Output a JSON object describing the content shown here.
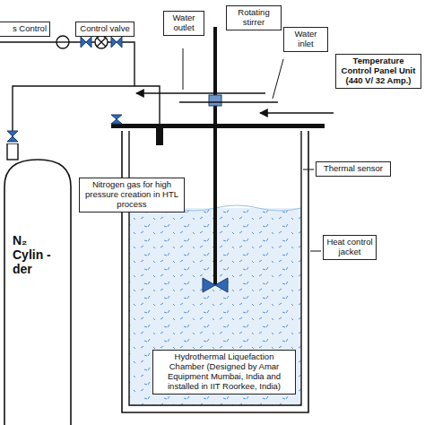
{
  "diagram": {
    "nodes": [
      {
        "text": [
          "s Control"
        ]
      },
      {
        "text": [
          "Control valve"
        ]
      },
      {
        "text": [
          "Water outlet"
        ]
      },
      {
        "text": [
          "Rotating stirrer"
        ]
      },
      {
        "text": [
          "Water inlet"
        ]
      },
      {
        "text": [
          "Temperature Control Panel Unit (440 V/ 32 Amp.)"
        ]
      },
      {
        "text": [
          "Thermal sensor"
        ]
      },
      {
        "text": [
          "Heat control jacket"
        ]
      },
      {
        "text": [
          "N₂ Cylin -der"
        ]
      },
      {
        "text": [
          "Nitrogen gas for high pressure creation in HTL process"
        ]
      },
      {
        "text": [
          "Hydrothermal Liquefaction Chamber (Designed by Amar Equipment Mumbai, India and installed in IIT Roorkee, India)"
        ]
      }
    ]
  }
}
